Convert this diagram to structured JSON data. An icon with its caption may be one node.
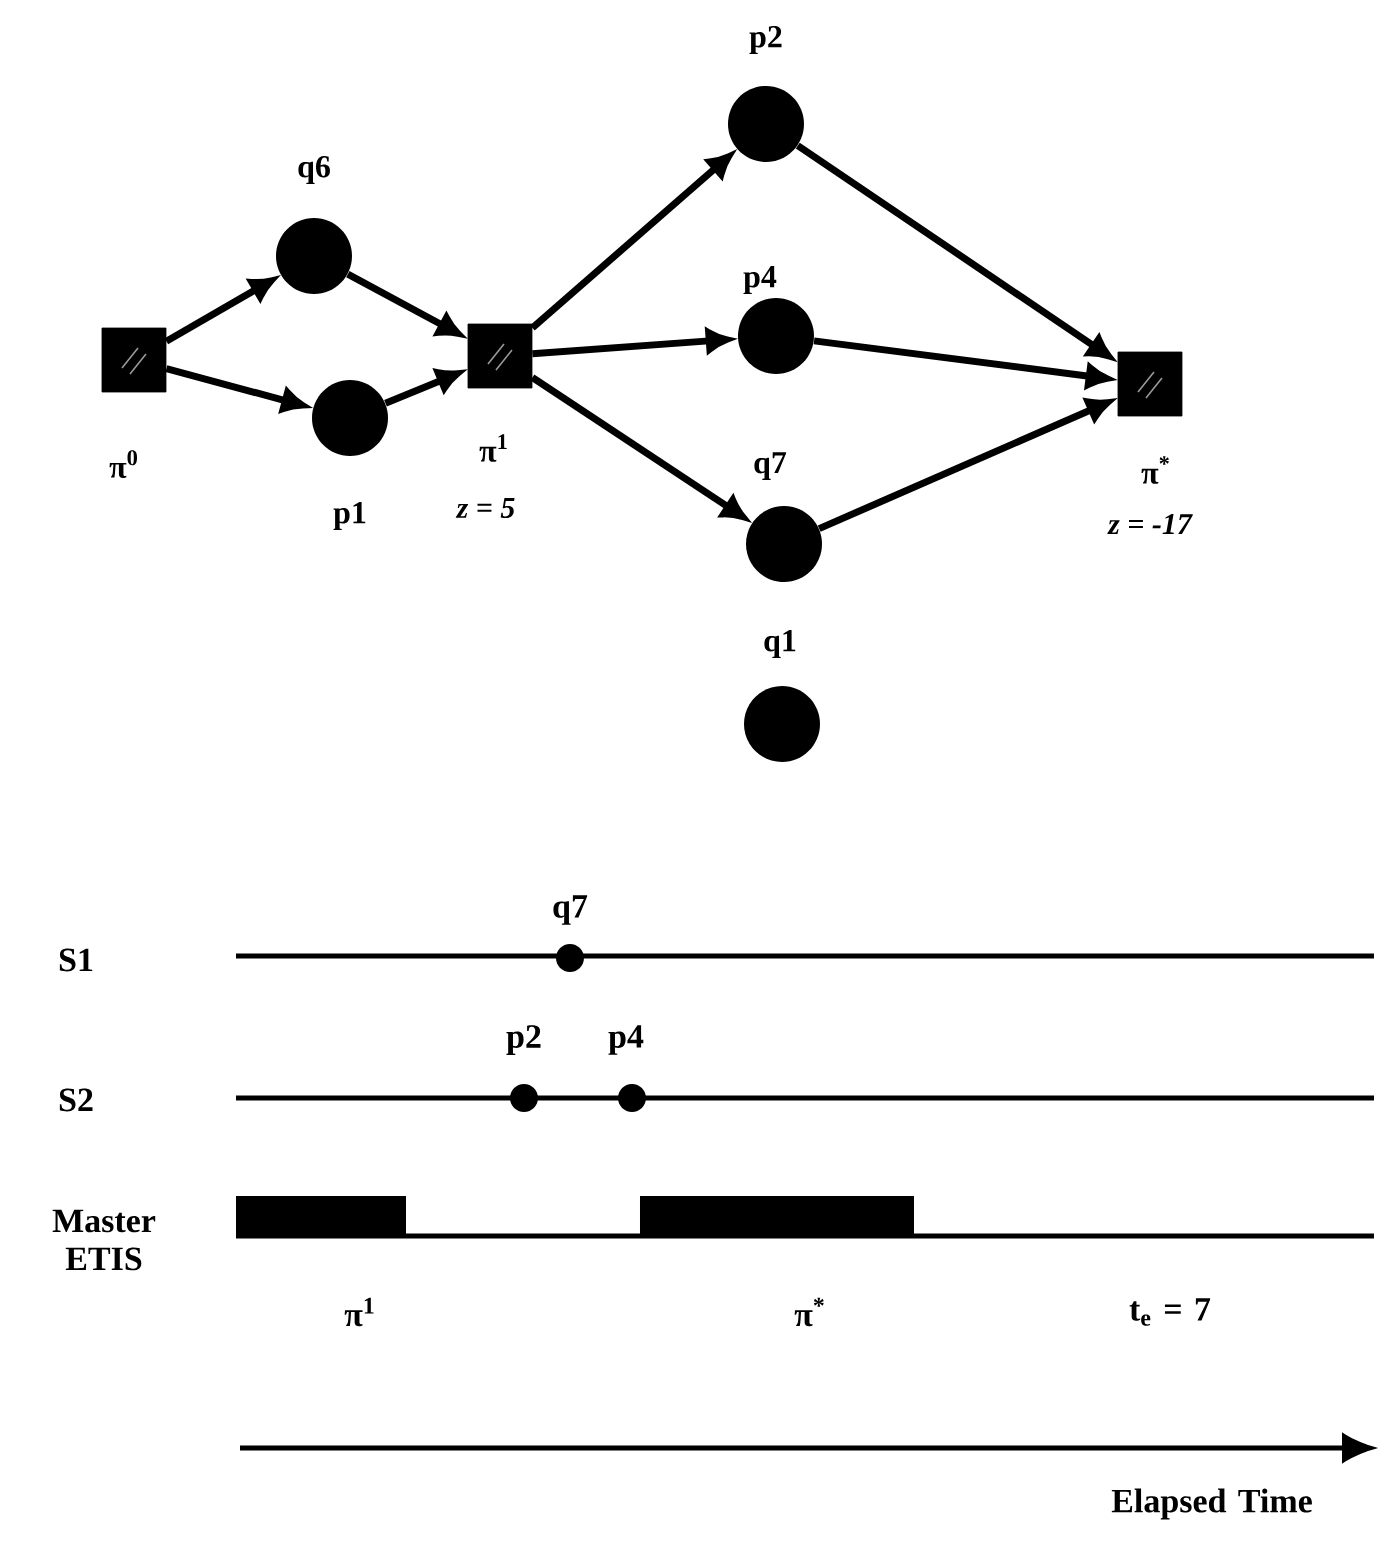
{
  "diagram": {
    "nodes": [
      {
        "text": [
          "π$^{0}$"
        ]
      },
      {
        "text": [
          "q6"
        ]
      },
      {
        "text": [
          "p1"
        ]
      },
      {
        "text": [
          "π$^{1}$",
          "z = 5"
        ]
      },
      {
        "text": [
          "p2"
        ]
      },
      {
        "text": [
          "p4"
        ]
      },
      {
        "text": [
          "q7"
        ]
      },
      {
        "text": [
          "π$^{*}$",
          "z = -17"
        ]
      },
      {
        "text": [
          "q1"
        ]
      }
    ],
    "edges": [
      {
        "from": 0,
        "to": 1,
        "arrow": "to"
      },
      {
        "from": 0,
        "to": 2,
        "arrow": "to"
      },
      {
        "from": 1,
        "to": 3,
        "arrow": "to"
      },
      {
        "from": 2,
        "to": 3,
        "arrow": "to"
      },
      {
        "from": 3,
        "to": 4,
        "arrow": "to"
      },
      {
        "from": 3,
        "to": 5,
        "arrow": "to"
      },
      {
        "from": 3,
        "to": 6,
        "arrow": "to"
      },
      {
        "from": 4,
        "to": 7,
        "arrow": "to"
      },
      {
        "from": 5,
        "to": 7,
        "arrow": "to"
      },
      {
        "from": 6,
        "to": 7,
        "arrow": "to"
      }
    ],
    "labels": [
      "q7",
      "S1",
      "p2",
      "p4",
      "S2",
      "Master ETIS",
      "π$^{1}$",
      "π$^{*}$",
      "t$_{e}$ = 7",
      "Elapsed Time"
    ]
  }
}
